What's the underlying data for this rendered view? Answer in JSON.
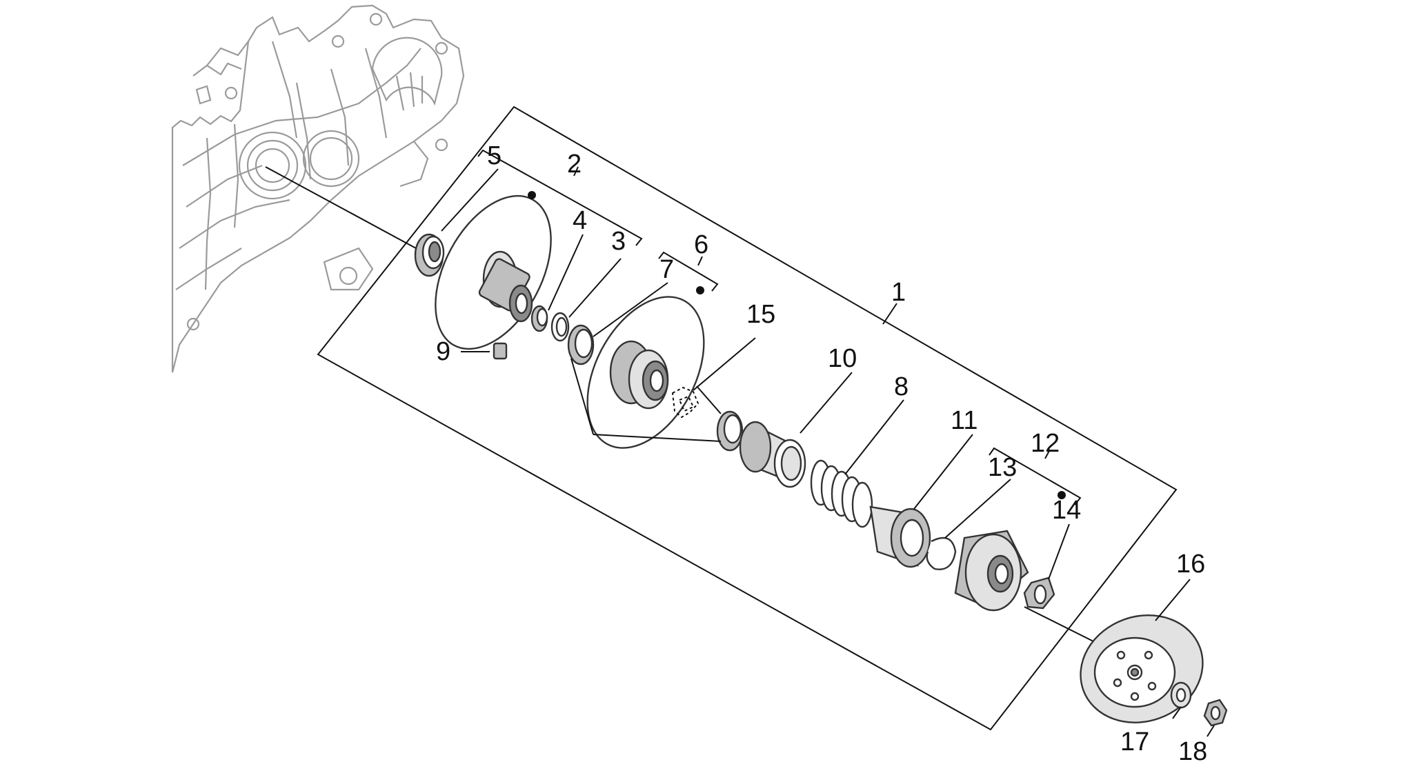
{
  "diagram": {
    "callouts": [
      "1",
      "2",
      "3",
      "4",
      "5",
      "6",
      "7",
      "8",
      "9",
      "10",
      "11",
      "12",
      "13",
      "14",
      "15",
      "16",
      "17",
      "18"
    ]
  }
}
